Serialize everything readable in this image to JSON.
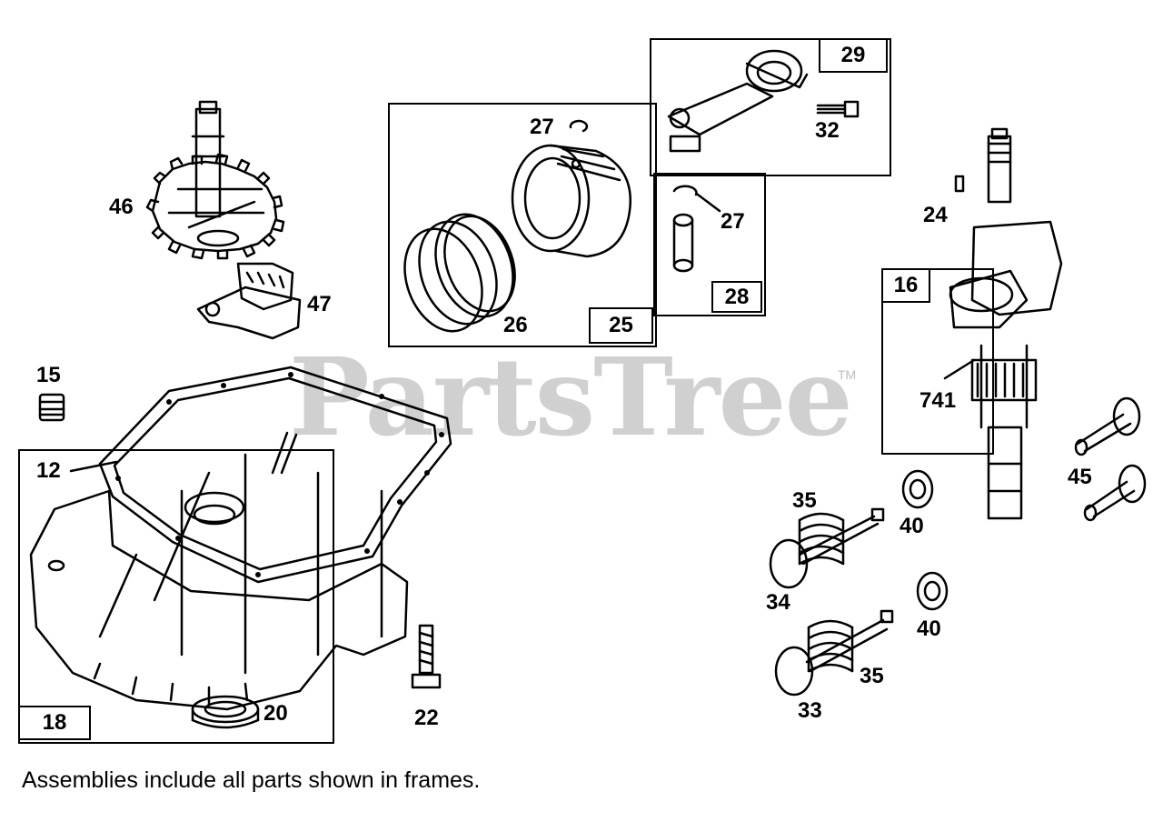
{
  "watermark": {
    "brand": "PartsTree",
    "trademark": "TM"
  },
  "frame_tags": {
    "f29": "29",
    "f25": "25",
    "f28": "28",
    "f16": "16",
    "f18": "18"
  },
  "callouts": {
    "p46": "46",
    "p47": "47",
    "p15": "15",
    "p12": "12",
    "p27a": "27",
    "p26": "26",
    "p32": "32",
    "p27b": "27",
    "p24": "24",
    "p741": "741",
    "p45": "45",
    "p35a": "35",
    "p40a": "40",
    "p34": "34",
    "p40b": "40",
    "p35b": "35",
    "p33": "33",
    "p20": "20",
    "p22": "22"
  },
  "footnote": "Assemblies include all parts shown in frames."
}
